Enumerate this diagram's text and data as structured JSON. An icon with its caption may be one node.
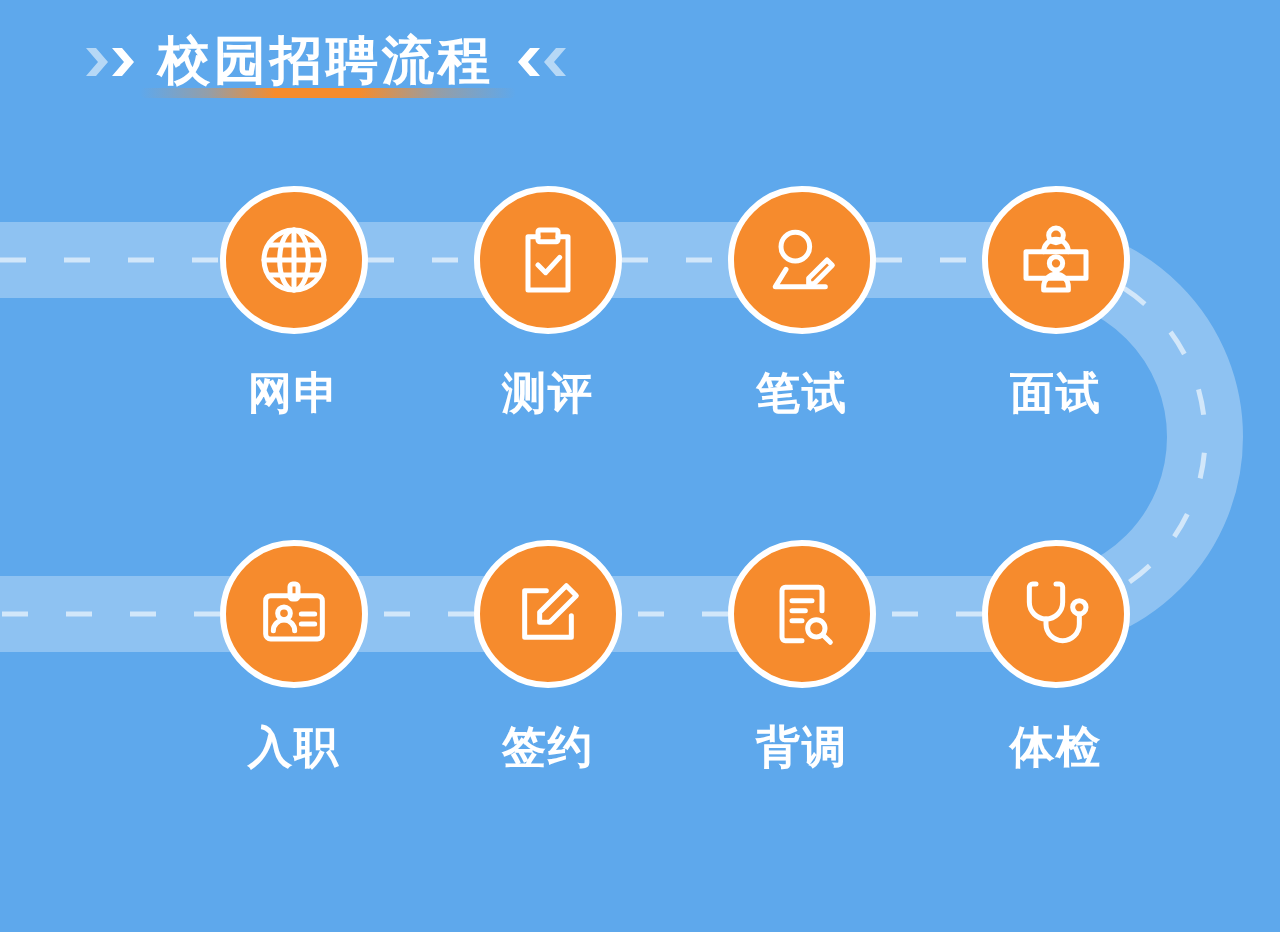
{
  "diagram": {
    "title": "校园招聘流程",
    "nodes": [
      {
        "text": [
          "网申"
        ]
      },
      {
        "text": [
          "测评"
        ]
      },
      {
        "text": [
          "笔试"
        ]
      },
      {
        "text": [
          "面试"
        ]
      },
      {
        "text": [
          "入职"
        ]
      },
      {
        "text": [
          "签约"
        ]
      },
      {
        "text": [
          "背调"
        ]
      },
      {
        "text": [
          "体检"
        ]
      }
    ],
    "edges": [
      {
        "from": null,
        "to": 0,
        "arrow": "none",
        "style": "dashed"
      },
      {
        "from": 0,
        "to": 1,
        "arrow": "none",
        "style": "dashed"
      },
      {
        "from": 1,
        "to": 2,
        "arrow": "none",
        "style": "dashed"
      },
      {
        "from": 2,
        "to": 3,
        "arrow": "none",
        "style": "dashed"
      },
      {
        "from": 3,
        "to": 7,
        "arrow": "none",
        "style": "dashed"
      },
      {
        "from": 7,
        "to": 6,
        "arrow": "none",
        "style": "dashed"
      },
      {
        "from": 6,
        "to": 5,
        "arrow": "none",
        "style": "dashed"
      },
      {
        "from": 5,
        "to": 4,
        "arrow": "none",
        "style": "dashed"
      },
      {
        "from": 4,
        "to": null,
        "arrow": "none",
        "style": "dashed"
      }
    ]
  }
}
